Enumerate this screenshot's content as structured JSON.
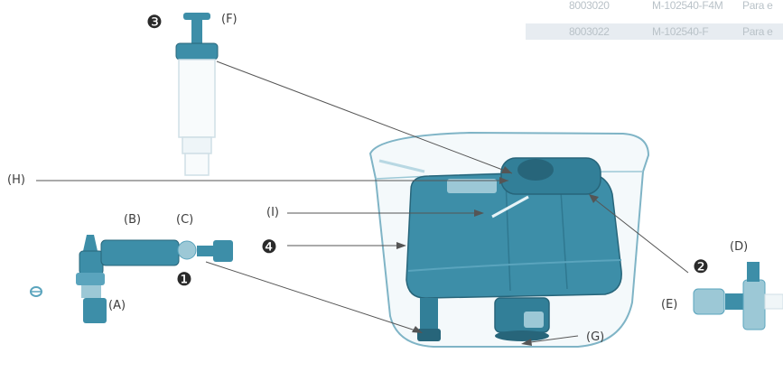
{
  "table": {
    "rows": [
      {
        "code": "8003020",
        "model": "M-102540-F4M",
        "desc": "Para e"
      },
      {
        "code": "8003022",
        "model": "M-102540-F",
        "desc": "Para e"
      }
    ]
  },
  "labels": {
    "A": "(A)",
    "B": "(B)",
    "C": "(C)",
    "D": "(D)",
    "E": "(E)",
    "F": "(F)",
    "G": "(G)",
    "H": "(H)",
    "I": "(I)"
  },
  "callouts": {
    "one": "❶",
    "two": "❷",
    "three": "❸",
    "four": "❹"
  },
  "colors": {
    "part_fill": "#3d8ea8",
    "part_dark": "#27657a",
    "part_light": "#9cc8d6",
    "tank_outline": "#7fb4c6",
    "leader_line": "#555555",
    "label_text": "#3c3c3c",
    "table_text": "#b9c2c8",
    "table_alt_row": "#e7ecf1"
  }
}
